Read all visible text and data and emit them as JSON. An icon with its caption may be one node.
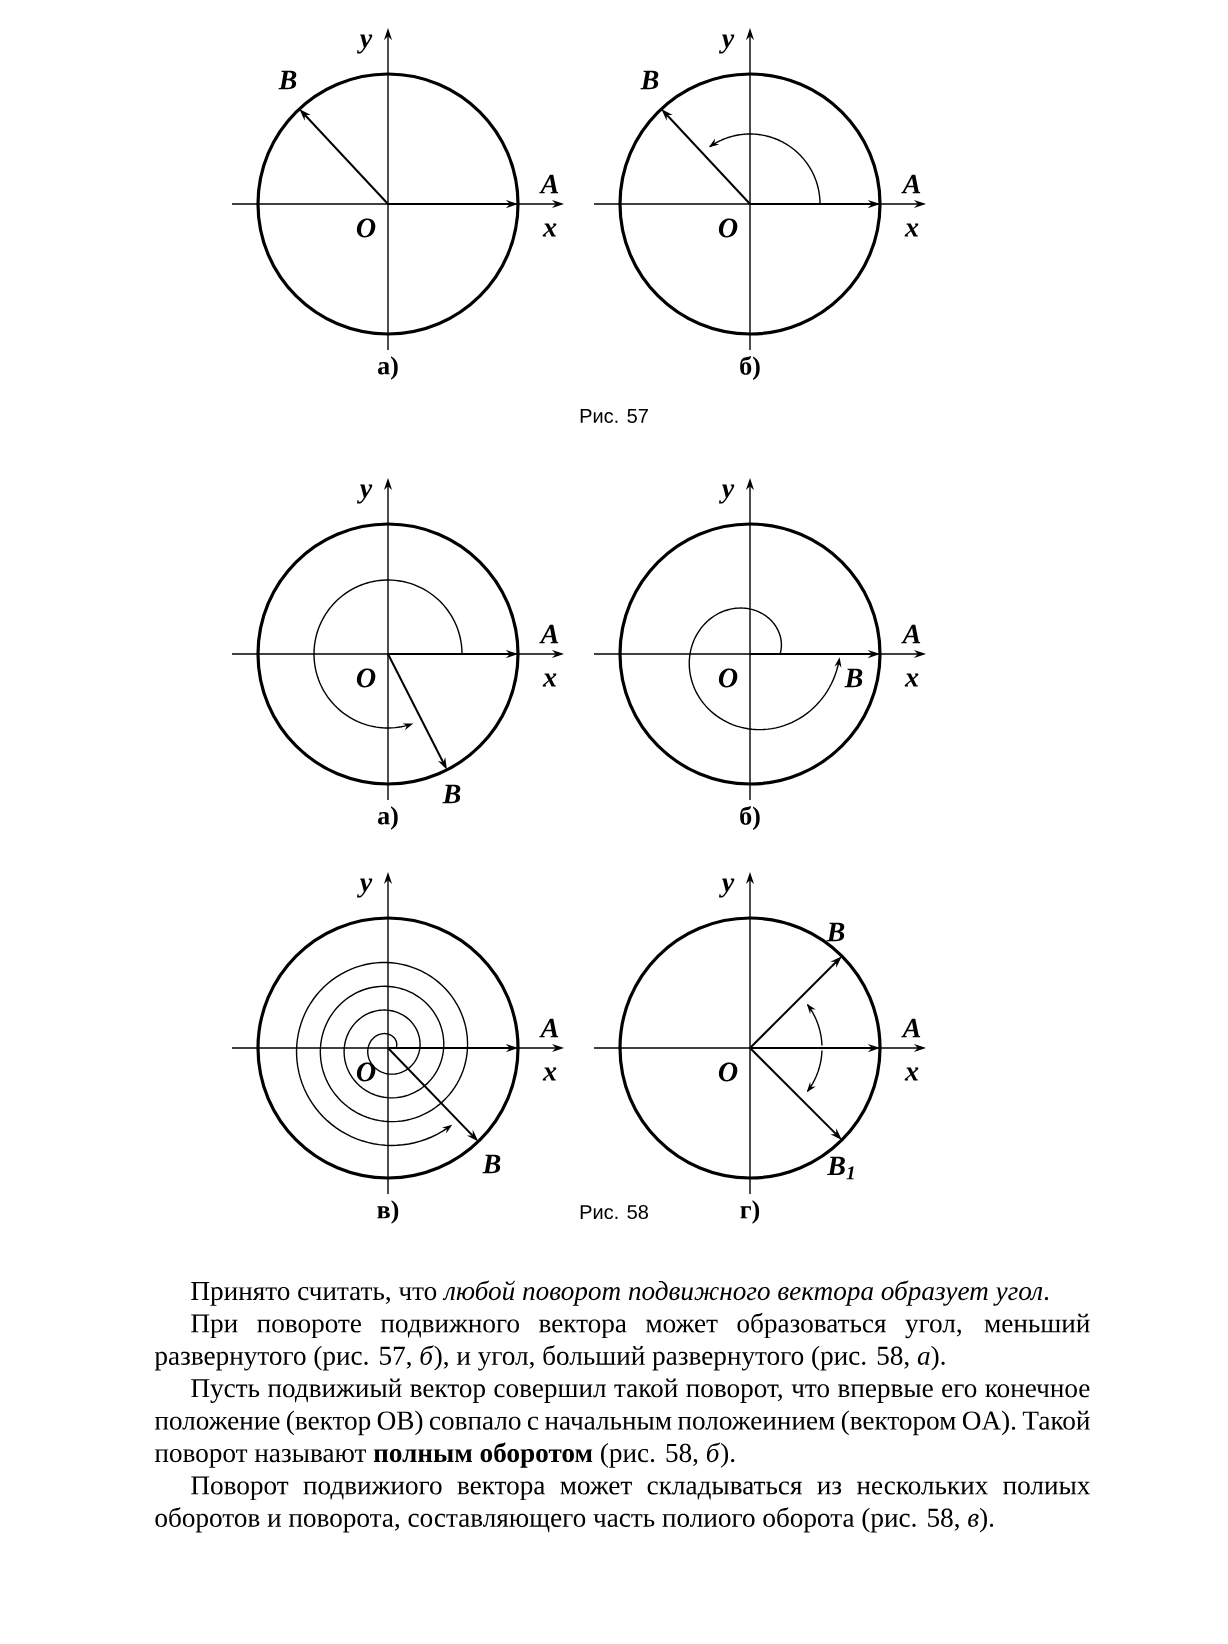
{
  "diagram": {
    "labels": [
      "y",
      "B",
      "A",
      "O",
      "x",
      "а)",
      "y",
      "B",
      "A",
      "O",
      "x",
      "б)",
      "Рис. 57",
      "y",
      "B",
      "A",
      "O",
      "x",
      "а)",
      "y",
      "B",
      "A",
      "O",
      "x",
      "б)",
      "y",
      "B",
      "A",
      "O",
      "x",
      "в)",
      "y",
      "B",
      "A",
      "O",
      "x",
      "B$_{1}$",
      "г)",
      "Рис. 58",
      "Принято считать, что *любой поворот подвижного вектора образует угол*.",
      "При повороте подвижного вектора может образоваться угол, меньший развернутого (рис. 57, *б*), и угол, больший развернутого (рис. 58, *а*).",
      "Пусть подвижиый вектор совершил такой поворот, что впервые его конечное положение (вектор OB) совпало с начальным положеинием (вектором OA). Такой поворот называют **полным оборотом** (рис. 58, *б*).",
      "Поворот подвижиого вектора может складываться из нескольких полиых оборотов и поворота, составляющего часть полиого оборота (рис. 58, *в*)."
    ]
  }
}
